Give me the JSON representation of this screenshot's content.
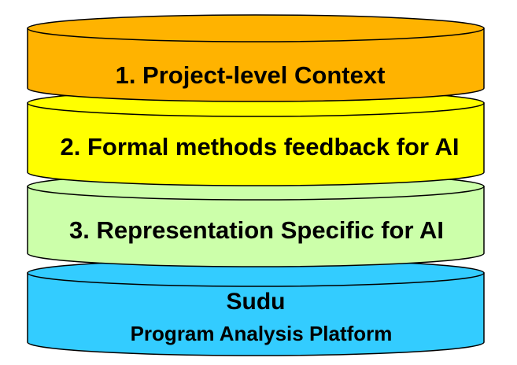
{
  "layers": [
    {
      "id": "layer-1",
      "label": "1. Project-level Context",
      "color": "#FFB300"
    },
    {
      "id": "layer-2",
      "label": "2. Formal methods feedback for AI",
      "color": "#FFFF00"
    },
    {
      "id": "layer-3",
      "label": "3. Representation Specific for AI",
      "color": "#CCFFAA"
    },
    {
      "id": "layer-4",
      "title": "Sudu",
      "subtitle": "Program Analysis Platform",
      "color": "#33CCFF"
    }
  ]
}
